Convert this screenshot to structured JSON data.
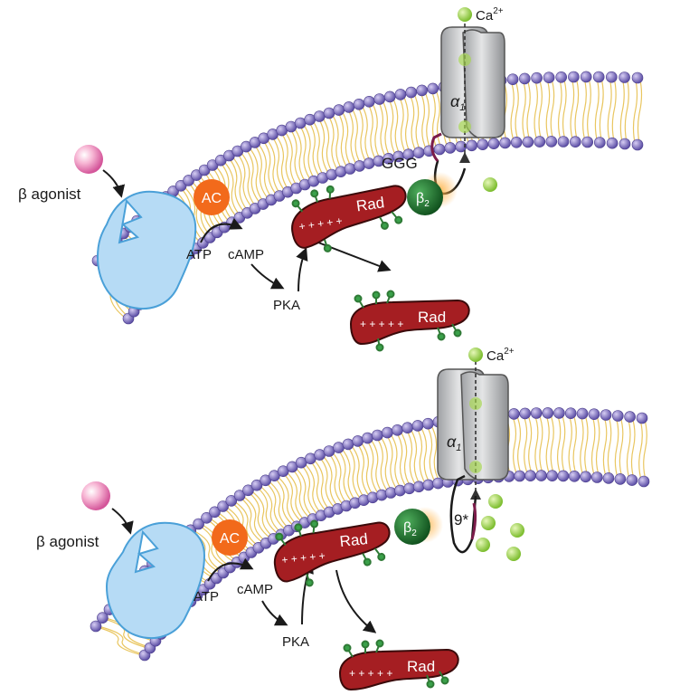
{
  "panels": [
    {
      "agonist_label": "β agonist",
      "ac_label": "AC",
      "atp_label": "ATP",
      "camp_label": "cAMP",
      "pka_label": "PKA",
      "rad_label": "Rad",
      "rad_charges": "+ + + + +",
      "alpha_symbol": "α",
      "alpha_sub": "1",
      "beta_symbol": "β",
      "beta_sub": "2",
      "ca_label": "Ca",
      "ca_sup": "2+",
      "linker_label": "GGG"
    },
    {
      "agonist_label": "β agonist",
      "ac_label": "AC",
      "atp_label": "ATP",
      "camp_label": "cAMP",
      "pka_label": "PKA",
      "rad_label": "Rad",
      "rad_charges": "+ + + + +",
      "alpha_symbol": "α",
      "alpha_sub": "1",
      "beta_symbol": "β",
      "beta_sub": "2",
      "ca_label": "Ca",
      "ca_sup": "2+",
      "linker_label": "9*"
    }
  ],
  "colors": {
    "lipid_head": "#8e7fc7",
    "lipid_tail": "#e9c660",
    "receptor": "#b6dbf5",
    "ac": "#f26a1b",
    "rad": "#a51e22",
    "rad_green": "#3aa14a",
    "beta2": "#1f7a32",
    "channel": "#c7c8ca",
    "calcium": "#a6d84b",
    "agonist": "#f49ac1",
    "linker": "#7b1c4a"
  }
}
